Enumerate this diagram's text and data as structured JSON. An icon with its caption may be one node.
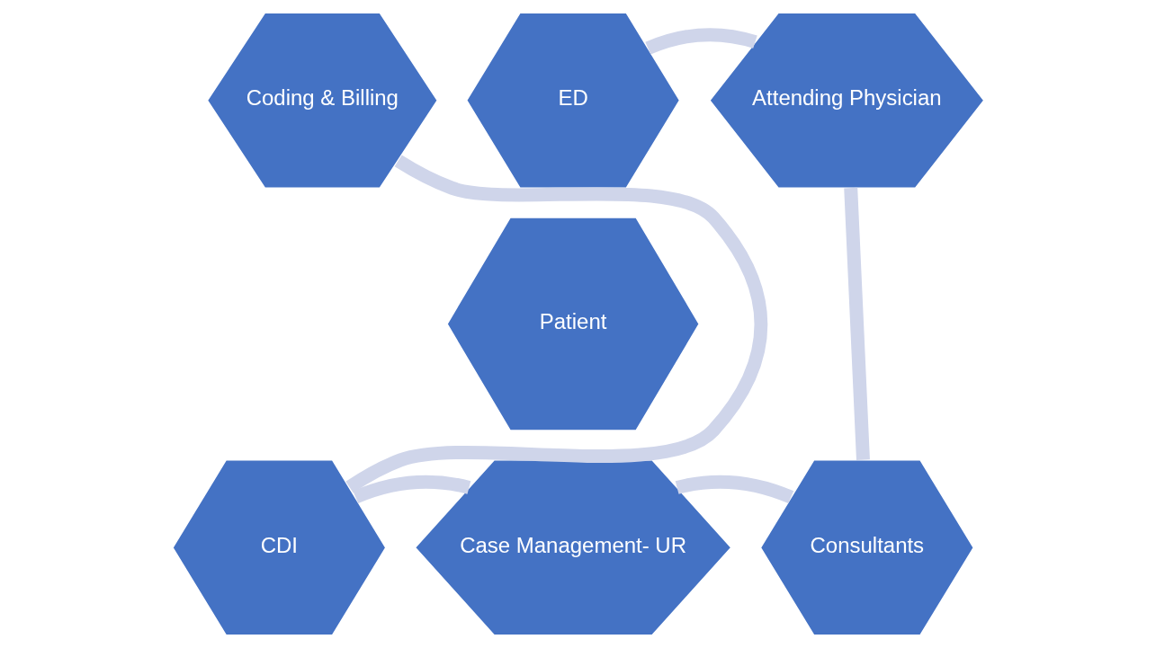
{
  "diagram": {
    "nodes": [
      {
        "text": [
          "ED"
        ]
      },
      {
        "text": [
          "Coding & Billing"
        ]
      },
      {
        "text": [
          "Attending Physician"
        ]
      },
      {
        "text": [
          "Patient"
        ]
      },
      {
        "text": [
          "CDI"
        ]
      },
      {
        "text": [
          "Consultants"
        ]
      },
      {
        "text": [
          "Case Management- UR"
        ]
      }
    ],
    "edges": [
      {
        "from": 0,
        "to": 2,
        "arrow": "none"
      },
      {
        "from": 2,
        "to": 5,
        "arrow": "none"
      },
      {
        "from": 5,
        "to": 6,
        "arrow": "none"
      },
      {
        "from": 6,
        "to": 4,
        "arrow": "none"
      },
      {
        "from": 4,
        "to": 1,
        "arrow": "none"
      }
    ]
  }
}
